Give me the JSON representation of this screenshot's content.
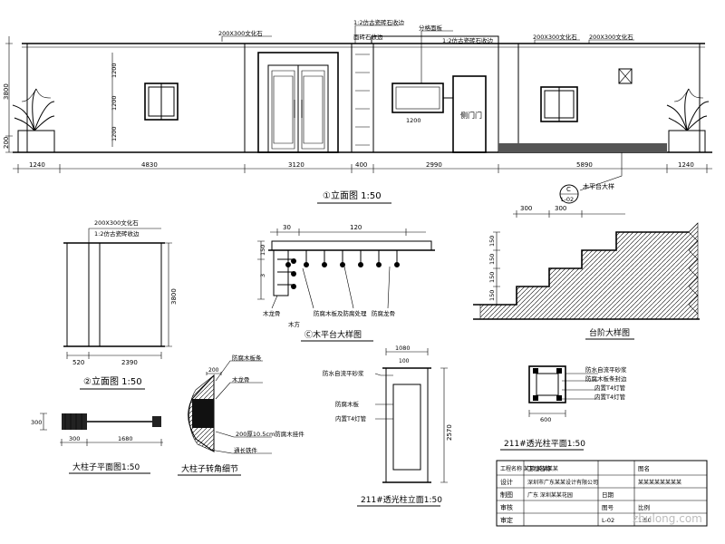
{
  "front_elevation": {
    "title": "①立面图 1:50",
    "labels": {
      "brick_top_left": "200X300文化石",
      "tile_edge_a": "1:2仿古瓷砖石收边",
      "tile_edge_b": "面砖石收边",
      "plaster_board": "分格面板",
      "tile_edge_c": "1:2仿古瓷砖石收边",
      "brick_top_right_a": "200X300文化石",
      "brick_top_right_b": "200X300文化石",
      "side_door": "侧门门"
    },
    "dims_bottom": [
      "1240",
      "4830",
      "3120",
      "400",
      "2990",
      "5890",
      "1240"
    ],
    "dims_left": [
      "3800",
      "200"
    ],
    "dims_inner": [
      "1200",
      "1200",
      "1200"
    ],
    "window_dim": "1200",
    "callout": {
      "letter": "C",
      "sheet": "L-02",
      "label": "木平台大样"
    }
  },
  "side_elevation": {
    "title": "②立面图 1:50",
    "labels": {
      "top_a": "200X300文化石",
      "top_b": "1:2仿古瓷砖收边"
    },
    "dims_bottom": [
      "520",
      "2390"
    ],
    "dim_right": "3800"
  },
  "platform_detail": {
    "title": "Ⓒ木平台大样图",
    "dims_top": [
      "30",
      "120"
    ],
    "dim_left_a": "150",
    "dim_left_b": "3",
    "labels": {
      "a": "木龙骨",
      "b": "防腐木板及防腐处理",
      "c": "防腐龙骨",
      "d": "木方"
    }
  },
  "step_detail": {
    "title": "台阶大样图",
    "dims_top": [
      "300",
      "300"
    ],
    "dims_right": [
      "150",
      "150",
      "150",
      "150"
    ]
  },
  "column_plan": {
    "title": "大柱子平面图1:50",
    "dims": [
      "300",
      "1680"
    ],
    "left_dim": "300"
  },
  "column_joint": {
    "title": "大柱子转角细节",
    "labels": [
      "防腐木板条",
      "木龙骨",
      "200厚10.5cm防腐木挂件",
      "通长铁件"
    ],
    "top_dim": "200"
  },
  "light_pillar_elev": {
    "title": "211#透光柱立面1:50",
    "top_dim": "1080",
    "top_sub": "100",
    "right_dim": "2570",
    "labels": [
      "防水自流平砂浆",
      "防腐木板",
      "内置T4灯管"
    ]
  },
  "light_pillar_plan": {
    "title": "211#透光柱平面1:50",
    "bottom_dim": "600",
    "labels": [
      "防水自流平砂浆",
      "防腐木板条封边",
      "内置T4灯管",
      "内置T4灯管"
    ]
  },
  "title_block": {
    "rows": [
      [
        "",
        "工程名称",
        "图名"
      ],
      [
        "设计",
        "深圳市广东某某设计有限公司",
        "某某某某某某某某"
      ],
      [
        "制图",
        "广东 深圳某某花园",
        "日期"
      ],
      [
        "审核",
        "图号",
        "比例"
      ],
      [
        "审定",
        "L-02",
        "1:50"
      ]
    ],
    "top_left_text": "工程名称 某某 某某某某"
  },
  "watermark": "zhulong.com"
}
